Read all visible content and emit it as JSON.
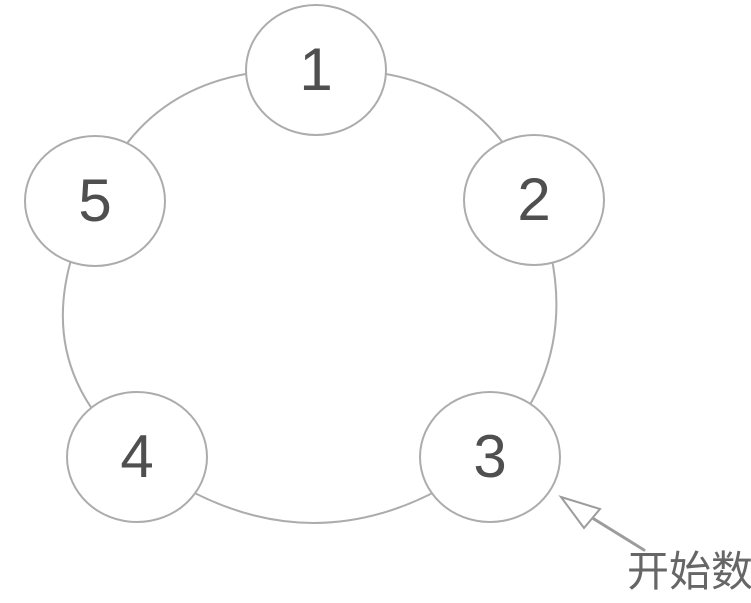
{
  "diagram": {
    "type": "circular-node-ring",
    "nodes": [
      {
        "id": "node-1",
        "label": "1"
      },
      {
        "id": "node-2",
        "label": "2"
      },
      {
        "id": "node-3",
        "label": "3"
      },
      {
        "id": "node-4",
        "label": "4"
      },
      {
        "id": "node-5",
        "label": "5"
      }
    ],
    "annotation": {
      "text": "开始数",
      "points_to": "node-3"
    },
    "colors": {
      "ring_stroke": "#acacac",
      "node_fill": "#ffffff",
      "node_stroke": "#acacac",
      "node_label": "#4f4f4f",
      "arrow": "#9c9c9c",
      "annotation_text": "#666666"
    }
  }
}
